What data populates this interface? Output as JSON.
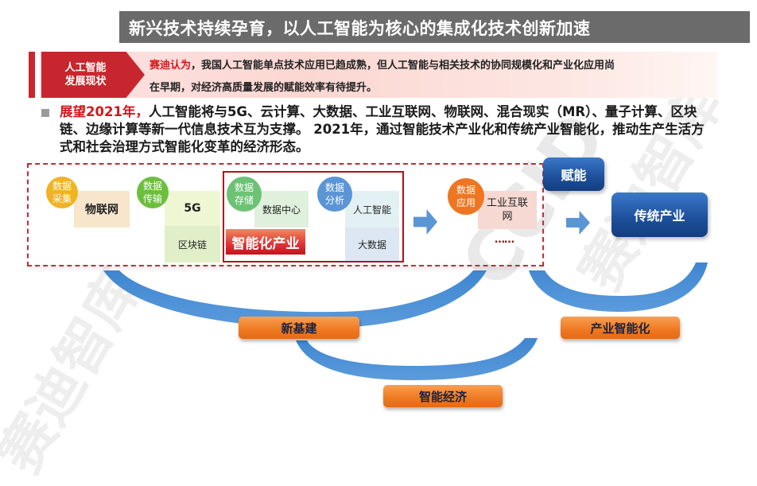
{
  "title": "新兴技术持续孕育，以人工智能为核心的集成化技术创新加速",
  "status_band": {
    "label_line1": "人工智能",
    "label_line2": "发展现状",
    "highlight": "赛迪认为",
    "line1_rest": "，我国人工智能单点技术应用已趋成熟，但人工智能与相关技术的协同规模化和产业化应用尚",
    "line2": "在早期，对经济高质量发展的赋能效率有待提升。"
  },
  "bullet": {
    "highlight": "展望2021年，",
    "text": "人工智能将与5G、云计算、大数据、工业互联网、物联网、混合现实（MR）、量子计算、区块链、边缘计算等新一代信息技术互为支撑。 2021年，通过智能技术产业化和传统产业智能化，推动生产生活方式和社会治理方式智能化变革的经济形态。"
  },
  "diagram": {
    "stages": [
      {
        "circle": "数据采集",
        "color": "#f0b323",
        "tiles": [
          "物联网"
        ]
      },
      {
        "circle": "数据传输",
        "color": "#6cbf3c",
        "tiles": [
          "5G",
          "区块链"
        ]
      },
      {
        "circle": "数据存储",
        "color": "#6cc275",
        "tiles": [
          "数据中心"
        ]
      },
      {
        "circle": "数据分析",
        "color": "#5b95d6",
        "tiles": [
          "人工智能",
          "大数据"
        ]
      },
      {
        "circle": "数据应用",
        "color": "#ee7623",
        "tiles": [
          "工业互联网",
          "……"
        ]
      }
    ],
    "smart_industry_label": "智能化产业",
    "empower_label": "赋能",
    "traditional_industry_label": "传统产业",
    "new_infrastructure_label": "新基建",
    "industrial_intelligence_label": "产业智能化",
    "smart_economy_label": "智能经济",
    "colors": {
      "frame_red": "#b0121a",
      "arc_blue": "#4a8fd4",
      "pill_orange": "#f07b24",
      "box_blue": "#1d4f9a"
    }
  },
  "watermarks": [
    "赛迪智库",
    "CCID",
    "赛迪智库"
  ]
}
